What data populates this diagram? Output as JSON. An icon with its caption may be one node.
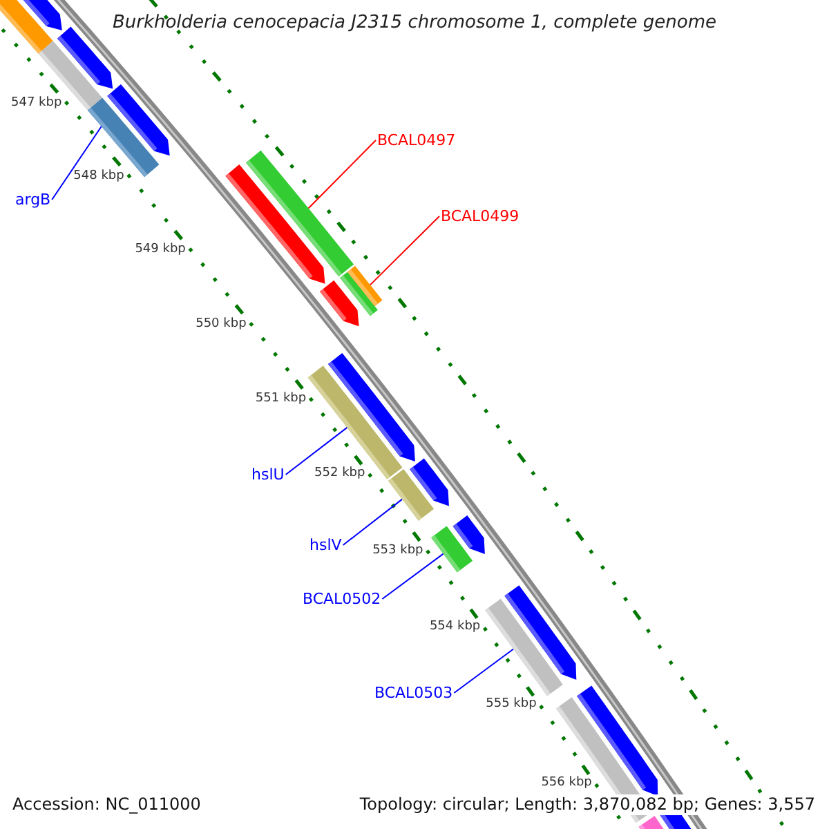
{
  "diagram": {
    "title": "Burkholderia cenocepacia J2315 chromosome 1, complete genome",
    "nodes": [
      {
        "text": [
          "argB"
        ]
      },
      {
        "text": [],
        "shape": "bar"
      },
      {
        "text": [
          "BCAL0497"
        ]
      },
      {
        "text": [],
        "shape": "bar"
      },
      {
        "text": [
          "BCAL0499"
        ]
      },
      {
        "text": [],
        "shape": "bar"
      },
      {
        "text": [
          "hslU"
        ]
      },
      {
        "text": [],
        "shape": "bar"
      },
      {
        "text": [
          "hslV"
        ]
      },
      {
        "text": [],
        "shape": "bar"
      },
      {
        "text": [
          "BCAL0502"
        ]
      },
      {
        "text": [],
        "shape": "bar"
      },
      {
        "text": [
          "BCAL0503"
        ]
      },
      {
        "text": [],
        "shape": "bar"
      }
    ],
    "edges": [
      {
        "from": 0,
        "to": 1,
        "arrow": "none"
      },
      {
        "from": 2,
        "to": 3,
        "arrow": "none",
        "color": "#ff0000"
      },
      {
        "from": 4,
        "to": 5,
        "arrow": "none",
        "color": "#ff0000"
      },
      {
        "from": 6,
        "to": 7,
        "arrow": "none"
      },
      {
        "from": 8,
        "to": 9,
        "arrow": "none"
      },
      {
        "from": 10,
        "to": 11,
        "arrow": "none"
      },
      {
        "from": 12,
        "to": 13,
        "arrow": "none"
      }
    ],
    "labels": [
      "547 kbp",
      "548 kbp",
      "549 kbp",
      "550 kbp",
      "551 kbp",
      "552 kbp",
      "553 kbp",
      "554 kbp",
      "555 kbp",
      "556 kbp",
      "Accession: NC_011000",
      "Topology: circular; Length: 3,870,082 bp; Genes: 3,557"
    ]
  }
}
